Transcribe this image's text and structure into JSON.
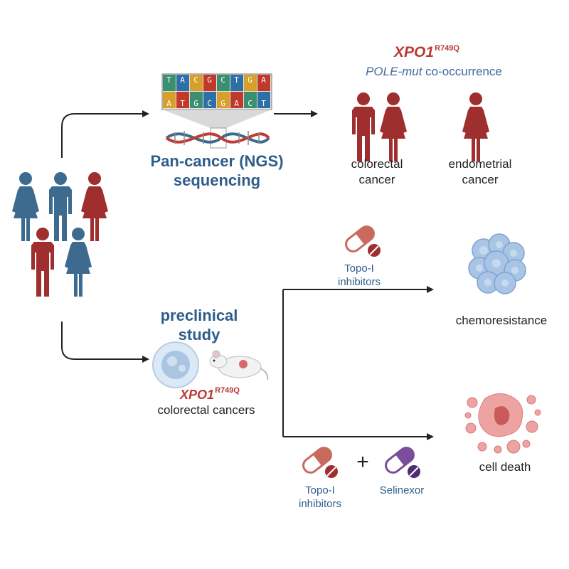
{
  "top": {
    "sequencing_title_line1": "Pan-cancer (NGS)",
    "sequencing_title_line2": "sequencing",
    "gene": "XPO1",
    "mutation": "R749Q",
    "cooccurrence_italic": "POLE-mut",
    "cooccurrence_rest": " co-occurrence",
    "colorectal_line1": "colorectal",
    "colorectal_line2": "cancer",
    "endometrial_line1": "endometrial",
    "endometrial_line2": "cancer"
  },
  "bottom": {
    "preclinical_line1": "preclinical",
    "preclinical_line2": "study",
    "gene": "XPO1",
    "mutation": "R749Q",
    "colorectal_cancers": "colorectal cancers",
    "topo_upper_line1": "Topo-I",
    "topo_upper_line2": "inhibitors",
    "chemoresistance": "chemoresistance",
    "topo_lower_line1": "Topo-I",
    "topo_lower_line2": "inhibitors",
    "plus": "+",
    "selinexor": "Selinexor",
    "cell_death": "cell death"
  },
  "dna_strip": {
    "top_bases": [
      "T",
      "A",
      "C",
      "G",
      "C",
      "T",
      "G",
      "A"
    ],
    "bottom_bases": [
      "A",
      "T",
      "G",
      "C",
      "G",
      "A",
      "C",
      "T"
    ]
  },
  "colors": {
    "blue_person": "#3d6b8f",
    "red_person": "#9e2f2e",
    "title_blue": "#2f5d8a",
    "gene_red": "#b83a35",
    "drug_pill_red": "#c96b5c",
    "drug_pill_purple": "#7a4e9c"
  }
}
